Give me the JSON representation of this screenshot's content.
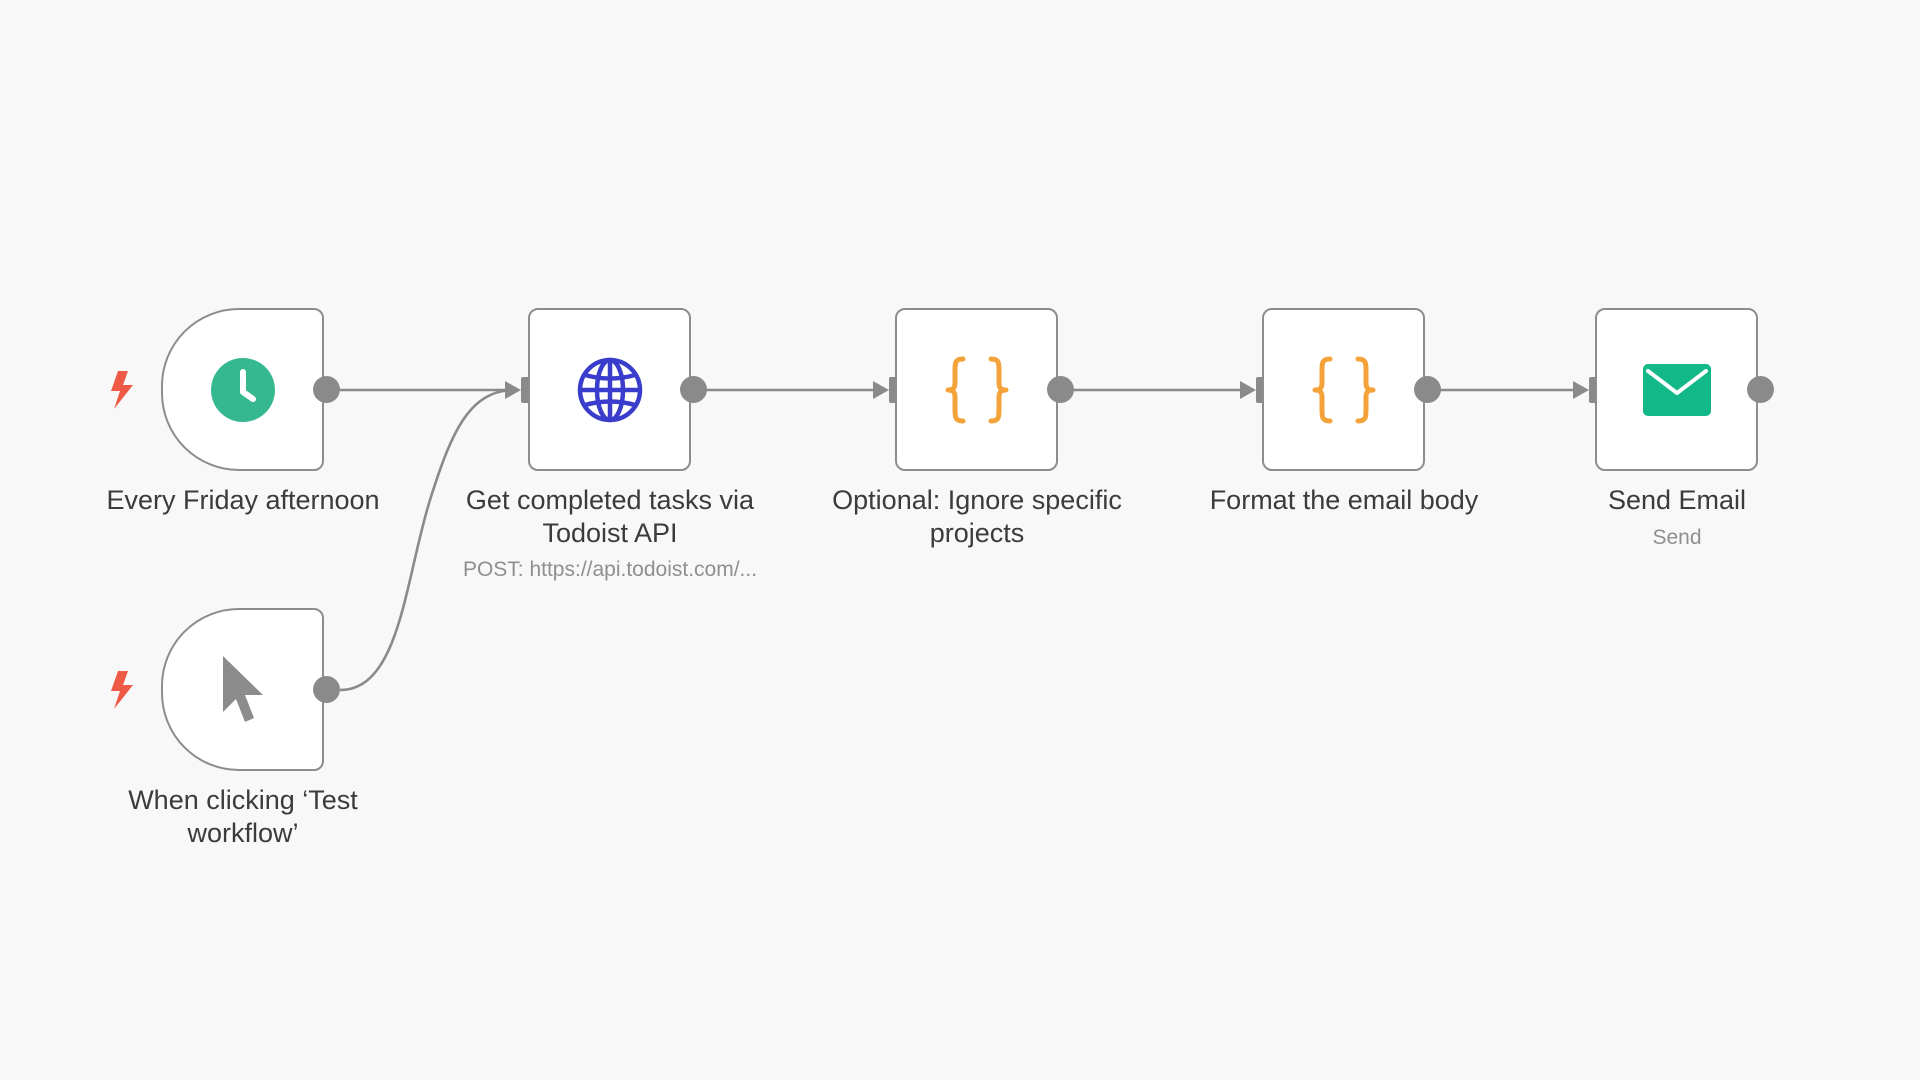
{
  "workflow": {
    "nodes": [
      {
        "id": "schedule",
        "label": "Every Friday afternoon",
        "icon": "clock-icon",
        "kind": "trigger"
      },
      {
        "id": "manual",
        "label": "When clicking ‘Test workflow’",
        "icon": "cursor-icon",
        "kind": "trigger"
      },
      {
        "id": "http",
        "label": "Get completed tasks via Todoist API",
        "subtitle": "POST: https://api.todoist.com/...",
        "icon": "globe-icon",
        "kind": "action"
      },
      {
        "id": "code1",
        "label": "Optional: Ignore specific projects",
        "icon": "code-braces-icon",
        "kind": "action"
      },
      {
        "id": "code2",
        "label": "Format the email body",
        "icon": "code-braces-icon",
        "kind": "action"
      },
      {
        "id": "email",
        "label": "Send Email",
        "subtitle": "Send",
        "icon": "envelope-icon",
        "kind": "action"
      }
    ],
    "connections": [
      {
        "from": "schedule",
        "to": "http"
      },
      {
        "from": "manual",
        "to": "http"
      },
      {
        "from": "http",
        "to": "code1"
      },
      {
        "from": "code1",
        "to": "code2"
      },
      {
        "from": "code2",
        "to": "email"
      }
    ]
  },
  "colors": {
    "canvas_bg": "#f8f8f8",
    "node_border": "#8d8d8d",
    "edge": "#8a8a8a",
    "trigger_bolt": "#ee5a46",
    "clock": "#35b78f",
    "globe": "#3a3dcc",
    "code_braces": "#f3a33a",
    "envelope": "#12b887"
  }
}
